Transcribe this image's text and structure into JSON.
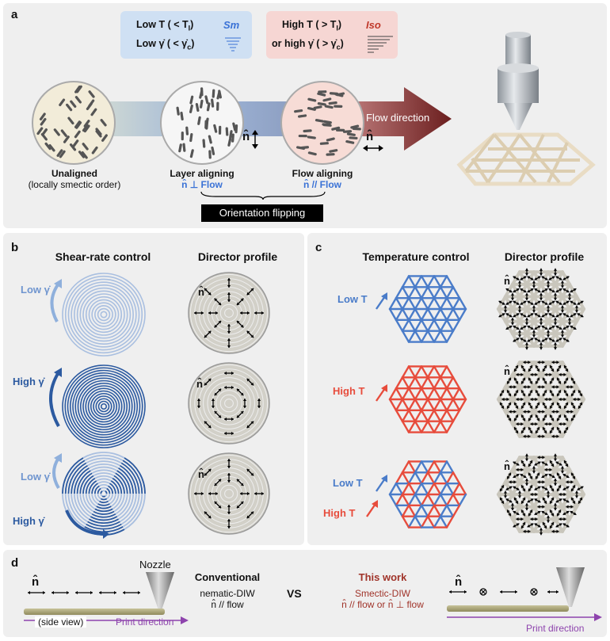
{
  "panels": {
    "a": "a",
    "b": "b",
    "c": "c",
    "d": "d"
  },
  "panel_a": {
    "legend_low": {
      "line1": "Low T ( < T",
      "line1_sub": "I",
      "line1_end": ")",
      "line2": "Low γ̇ ( < γ̇",
      "line2_sub": "c",
      "line2_end": ")",
      "tag": "Sm"
    },
    "legend_high": {
      "line1": "High T ( > T",
      "line1_sub": "I",
      "line1_end": ")",
      "line2": "or high γ̇ ( > γ̇",
      "line2_sub": "c",
      "line2_end": ")",
      "tag": "Iso"
    },
    "flow_direction": "Flow direction",
    "director_symbol": "n̂",
    "states": [
      {
        "title": "Unaligned",
        "subtitle": "(locally smectic order)"
      },
      {
        "title": "Layer aligning",
        "subtitle": "n̂ ⊥ Flow"
      },
      {
        "title": "Flow aligning",
        "subtitle": "n̂ // Flow"
      }
    ],
    "orientation_flipping": "Orientation flipping"
  },
  "panel_b": {
    "header_left": "Shear-rate control",
    "header_right": "Director profile",
    "row_labels": [
      "Low γ̇",
      "High γ̇",
      "Low γ̇",
      "High γ̇"
    ],
    "director_symbol": "n̂"
  },
  "panel_c": {
    "header_left": "Temperature control",
    "header_right": "Director profile",
    "row_labels": [
      "Low T",
      "High T",
      "Low T",
      "High T"
    ],
    "director_symbol": "n̂"
  },
  "panel_d": {
    "director_symbol": "n̂",
    "nozzle": "Nozzle",
    "side_view": "(side view)",
    "print_direction_left": "Print direction",
    "conventional_title": "Conventional",
    "conventional_line1": "nematic-DIW",
    "conventional_line2": "n̂ // flow",
    "vs": "VS",
    "this_work_title": "This work",
    "this_work_line1": "Smectic-DIW",
    "this_work_line2": "n̂ // flow  or  n̂ ⊥ flow",
    "print_direction_right": "Print direction"
  },
  "colors": {
    "blue_lattice": "#4a7cc9",
    "red_lattice": "#e74c3c",
    "navy_spiral": "#2c5aa0",
    "light_spiral": "#a9bfe0",
    "flow_arrow_dark": "#6b1e1e",
    "purple_arrow": "#8e44ad"
  }
}
